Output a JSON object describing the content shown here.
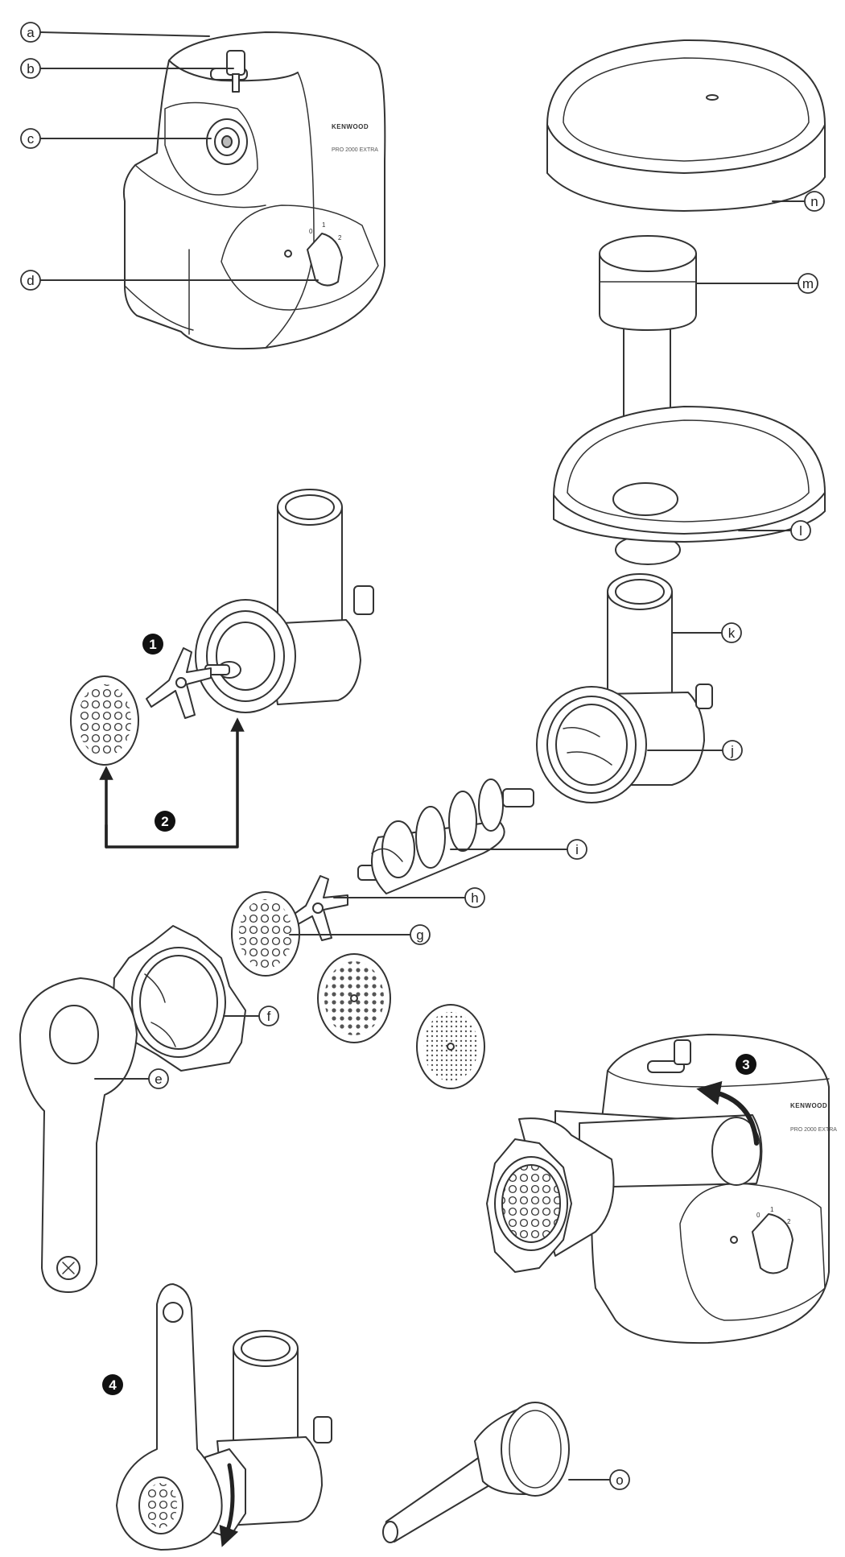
{
  "brand_text": "KENWOOD",
  "model_text": "PRO 2000 EXTRA",
  "dial_marks": [
    "0",
    "1",
    "2"
  ],
  "part_labels": [
    {
      "id": "a",
      "text": "a"
    },
    {
      "id": "b",
      "text": "b"
    },
    {
      "id": "c",
      "text": "c"
    },
    {
      "id": "d",
      "text": "d"
    },
    {
      "id": "e",
      "text": "e"
    },
    {
      "id": "f",
      "text": "f"
    },
    {
      "id": "g",
      "text": "g"
    },
    {
      "id": "h",
      "text": "h"
    },
    {
      "id": "i",
      "text": "i"
    },
    {
      "id": "j",
      "text": "j"
    },
    {
      "id": "k",
      "text": "k"
    },
    {
      "id": "l",
      "text": "l"
    },
    {
      "id": "m",
      "text": "m"
    },
    {
      "id": "n",
      "text": "n"
    },
    {
      "id": "o",
      "text": "o"
    }
  ],
  "step_markers": [
    {
      "id": "step-1",
      "text": "1"
    },
    {
      "id": "step-2",
      "text": "2"
    },
    {
      "id": "step-3",
      "text": "3"
    },
    {
      "id": "step-4",
      "text": "4"
    }
  ]
}
